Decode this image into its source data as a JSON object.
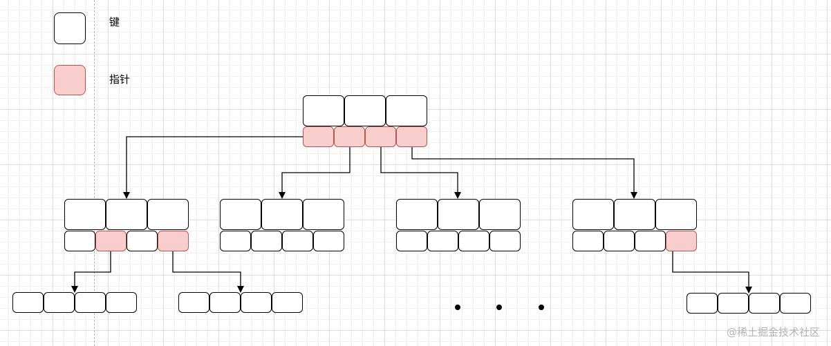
{
  "legend": {
    "key_label": "键",
    "pointer_label": "指针"
  },
  "colors": {
    "key_fill": "#ffffff",
    "key_border": "#000000",
    "pointer_fill": "#f8cecc",
    "pointer_border": "#b85450",
    "edge": "#000000"
  },
  "tree": {
    "root": {
      "keys": 3,
      "pointers": 4
    },
    "level_1": [
      {
        "keys": 3,
        "slots": [
          "key",
          "pointer",
          "key",
          "pointer"
        ]
      },
      {
        "keys": 3,
        "slots": [
          "key",
          "key",
          "key",
          "key"
        ]
      },
      {
        "keys": 3,
        "slots": [
          "key",
          "key",
          "key",
          "key"
        ]
      },
      {
        "keys": 3,
        "slots": [
          "key",
          "key",
          "key",
          "pointer"
        ]
      }
    ],
    "level_2_leaf_slots": 4,
    "ellipsis_dots": 3
  },
  "watermark": "@稀土掘金技术社区"
}
